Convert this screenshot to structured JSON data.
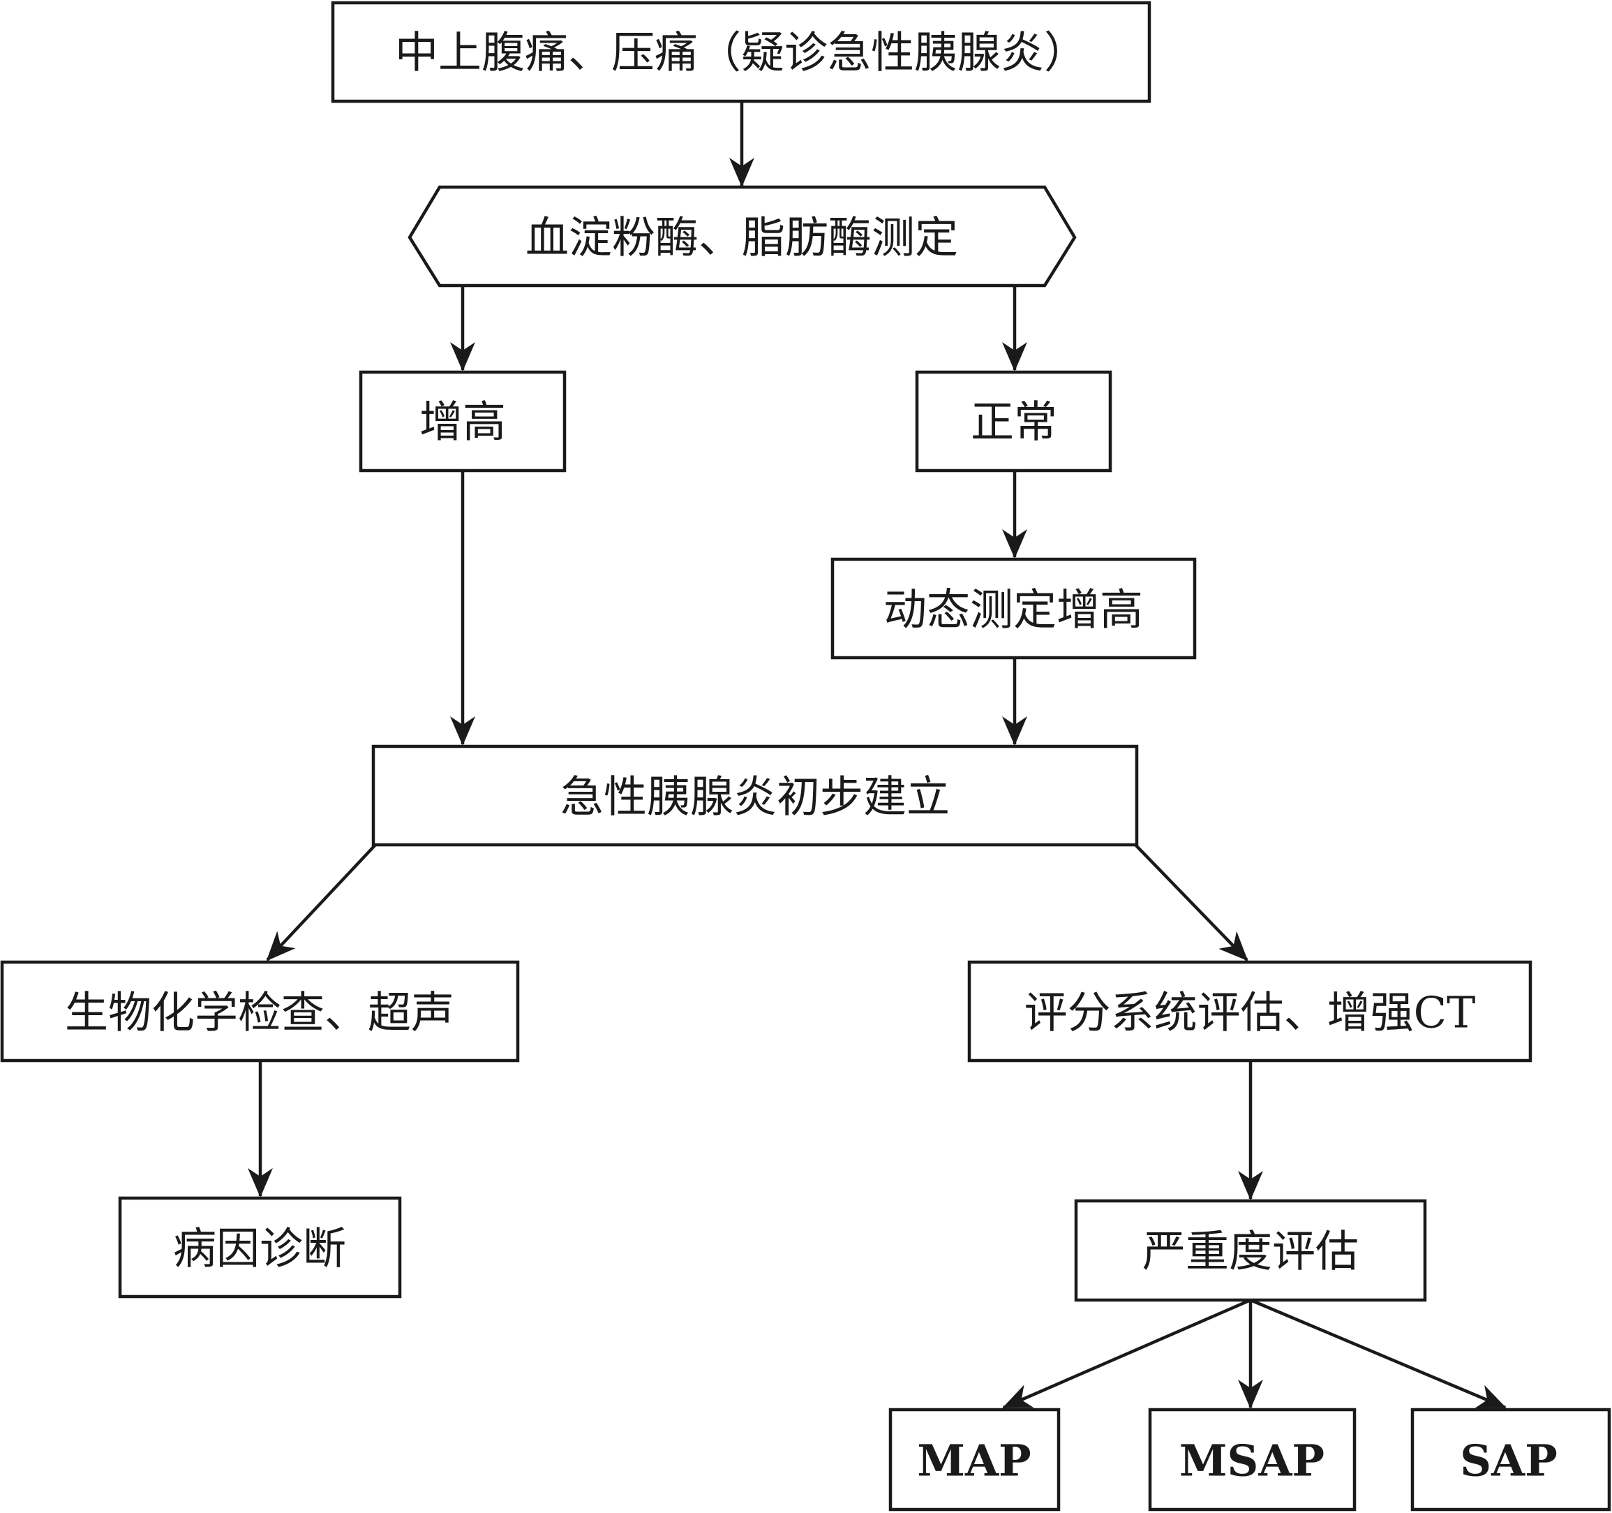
{
  "nodes": {
    "symptom": "中上腹痛、压痛（疑诊急性胰腺炎）",
    "enzyme_test": "血淀粉酶、脂肪酶测定",
    "elevated": "增高",
    "normal": "正常",
    "dynamic_elevated": "动态测定增高",
    "ap_established": "急性胰腺炎初步建立",
    "biochem_ultrasound": "生物化学检查、超声",
    "scoring_ct": "评分系统评估、增强CT",
    "etiology": "病因诊断",
    "severity": "严重度评估",
    "map": "MAP",
    "msap": "MSAP",
    "sap": "SAP"
  }
}
